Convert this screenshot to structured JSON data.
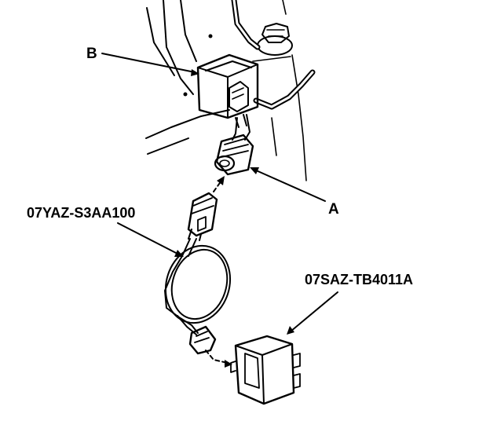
{
  "labels": {
    "b": "B",
    "a": "A",
    "tester_cable": "07YAZ-S3AA100",
    "unit": "07SAZ-TB4011A"
  }
}
